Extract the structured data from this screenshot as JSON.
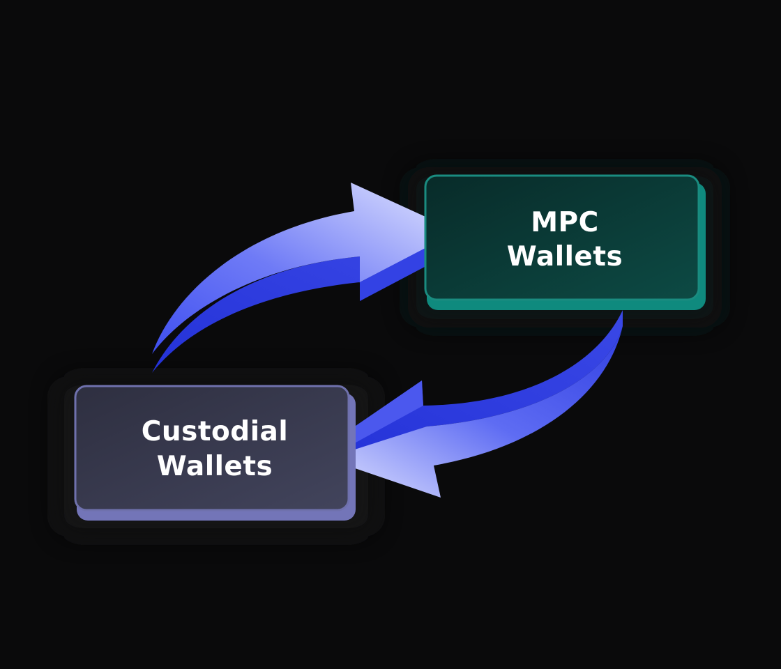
{
  "diagram": {
    "nodes": {
      "mpc": {
        "line1": "MPC",
        "line2": "Wallets",
        "fill_color": "#0b3b37",
        "edge_color": "#16857a"
      },
      "custodial": {
        "line1": "Custodial",
        "line2": "Wallets",
        "fill_color": "#34354a",
        "edge_color": "#7a7cbe"
      }
    },
    "edges": [
      {
        "from": "custodial",
        "to": "mpc",
        "color": "#4e5cf0"
      },
      {
        "from": "mpc",
        "to": "custodial",
        "color": "#4e5cf0"
      }
    ],
    "background": "#0a0a0b"
  }
}
